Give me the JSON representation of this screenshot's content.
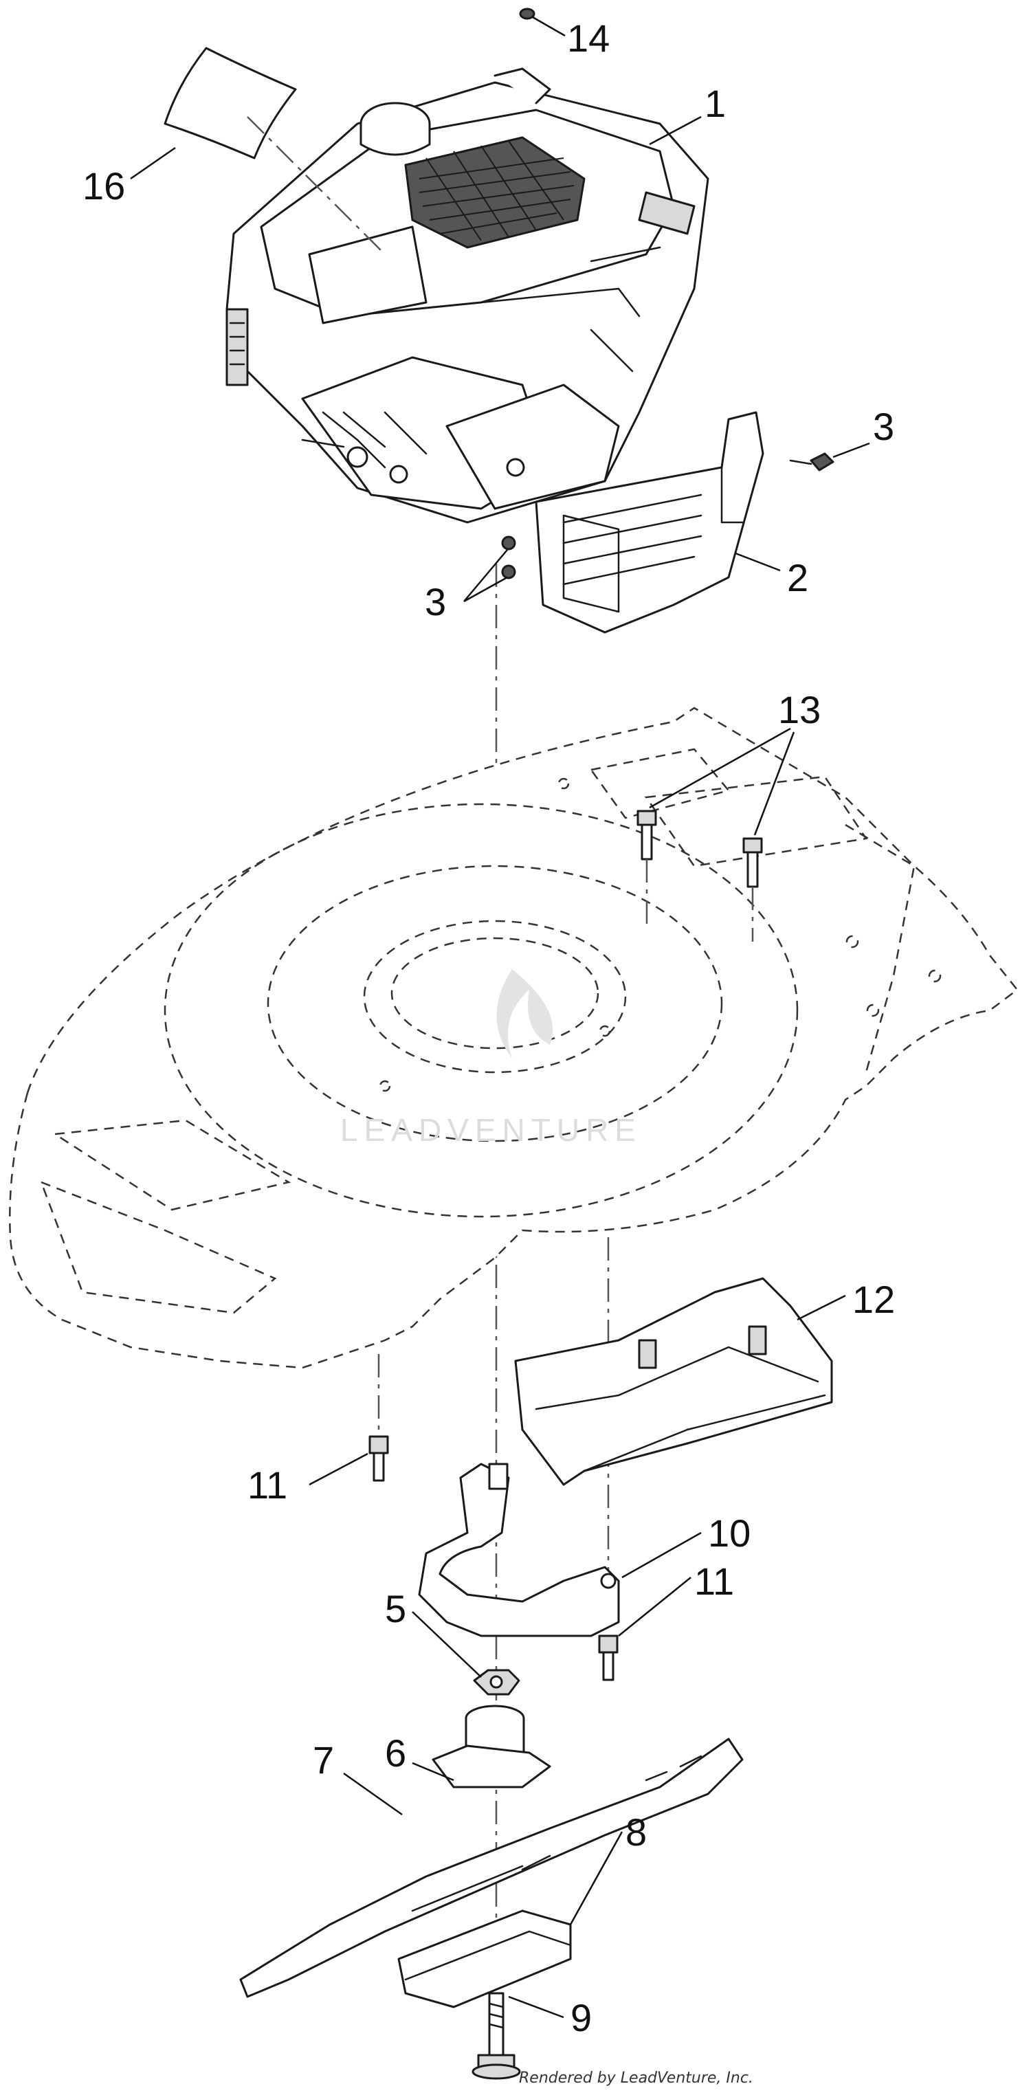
{
  "callouts": {
    "c1": "1",
    "c2": "2",
    "c3a": "3",
    "c3b": "3",
    "c5": "5",
    "c6": "6",
    "c7": "7",
    "c8": "8",
    "c9": "9",
    "c10": "10",
    "c11a": "11",
    "c11b": "11",
    "c12": "12",
    "c13": "13",
    "c14": "14",
    "c16": "16"
  },
  "watermark": "LEADVENTURE",
  "credit": "Rendered by LeadVenture, Inc."
}
